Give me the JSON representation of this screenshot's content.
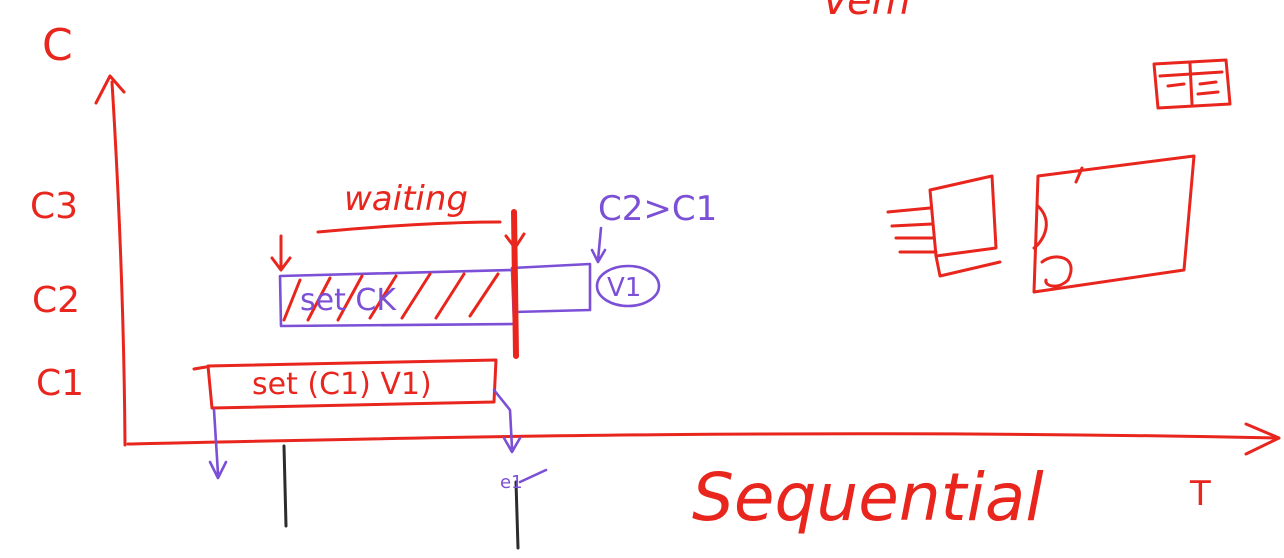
{
  "axes": {
    "y_label": "C",
    "x_label": "T",
    "y_ticks": [
      "C3",
      "C2",
      "C1"
    ]
  },
  "annotations": {
    "partial_top_word": "Vem",
    "waiting": "waiting",
    "c1_request": "set (C1) V1)",
    "c2_request": "set CK",
    "compare": "C2>C1",
    "version": "V1",
    "axis_note": "e1",
    "title": "Sequential"
  },
  "colors": {
    "ink_red": "#e8261e",
    "ink_purple": "#7b4fd6",
    "background": "#ffffff"
  }
}
